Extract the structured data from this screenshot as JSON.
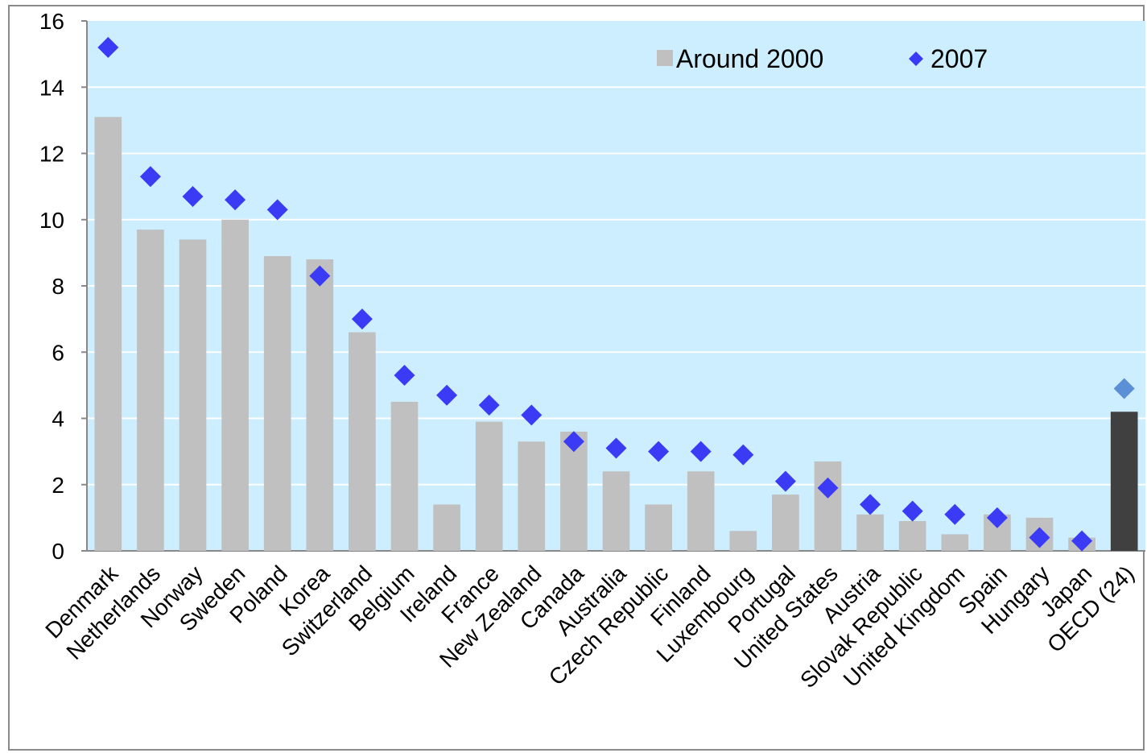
{
  "chart_data": {
    "type": "bar",
    "title": "",
    "xlabel": "",
    "ylabel": "",
    "ylim": [
      0,
      16
    ],
    "yticks": [
      0,
      2,
      4,
      6,
      8,
      10,
      12,
      14,
      16
    ],
    "grid": true,
    "legend_position": "top-right",
    "categories": [
      "Denmark",
      "Netherlands",
      "Norway",
      "Sweden",
      "Poland",
      "Korea",
      "Switzerland",
      "Belgium",
      "Ireland",
      "France",
      "New Zealand",
      "Canada",
      "Australia",
      "Czech Republic",
      "Finland",
      "Luxembourg",
      "Portugal",
      "United States",
      "Austria",
      "Slovak Republic",
      "United Kingdom",
      "Spain",
      "Hungary",
      "Japan",
      "OECD (24)"
    ],
    "series": [
      {
        "name": "Around 2000",
        "kind": "bar",
        "values": [
          13.1,
          9.7,
          9.4,
          10.0,
          8.9,
          8.8,
          6.6,
          4.5,
          1.4,
          3.9,
          3.3,
          3.6,
          2.4,
          1.4,
          2.4,
          0.6,
          1.7,
          2.7,
          1.1,
          0.9,
          0.5,
          1.1,
          1.0,
          0.4,
          4.2
        ],
        "color": "#c0c0c0",
        "highlight_color": "#404040"
      },
      {
        "name": "2007",
        "kind": "marker",
        "values": [
          15.2,
          11.3,
          10.7,
          10.6,
          10.3,
          8.3,
          7.0,
          5.3,
          4.7,
          4.4,
          4.1,
          3.3,
          3.1,
          3.0,
          3.0,
          2.9,
          2.1,
          1.9,
          1.4,
          1.2,
          1.1,
          1.0,
          0.4,
          0.3,
          4.9
        ],
        "color": "#3b3bf5",
        "highlight_color": "#5b8fd6"
      }
    ],
    "plot_background": "#cceeff",
    "gridline_color": "#ffffff"
  }
}
